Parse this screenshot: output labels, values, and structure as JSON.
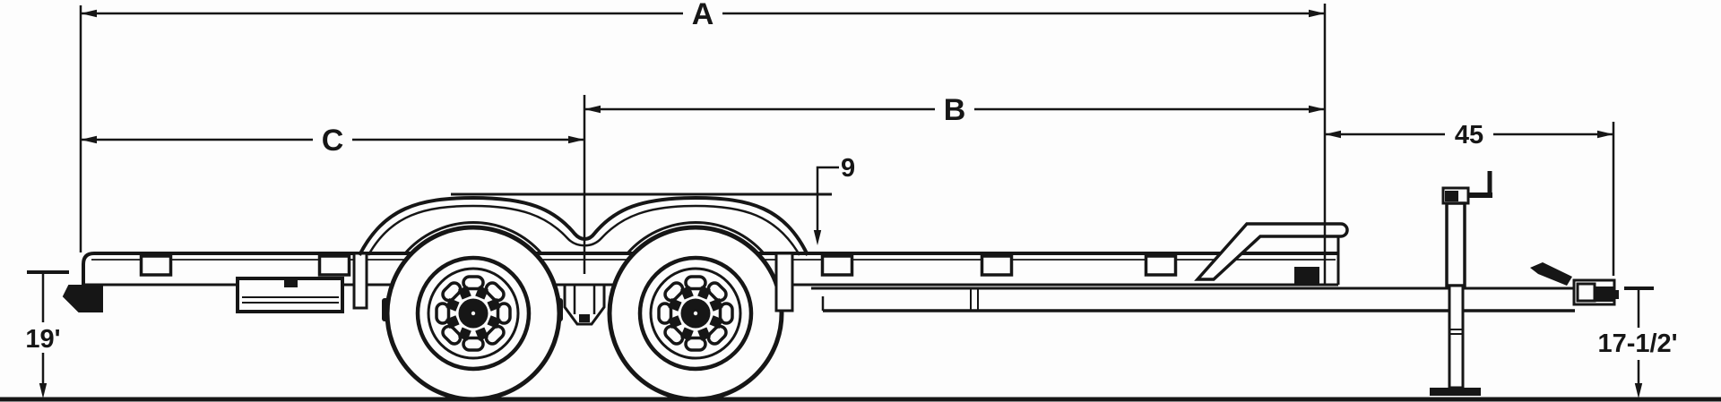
{
  "diagram": {
    "subject": "Tandem-axle flatbed car hauler trailer, side elevation with dimension lines",
    "colors": {
      "ink": "#161616",
      "paper": "#fdfdfd"
    },
    "dimension_labels": {
      "overall_length": "A",
      "axles_to_front": "B",
      "rear_to_axles": "C",
      "front_section": "45",
      "fender_rise": "9",
      "rear_deck_height": "19'",
      "coupler_height": "17-1/2'"
    }
  }
}
